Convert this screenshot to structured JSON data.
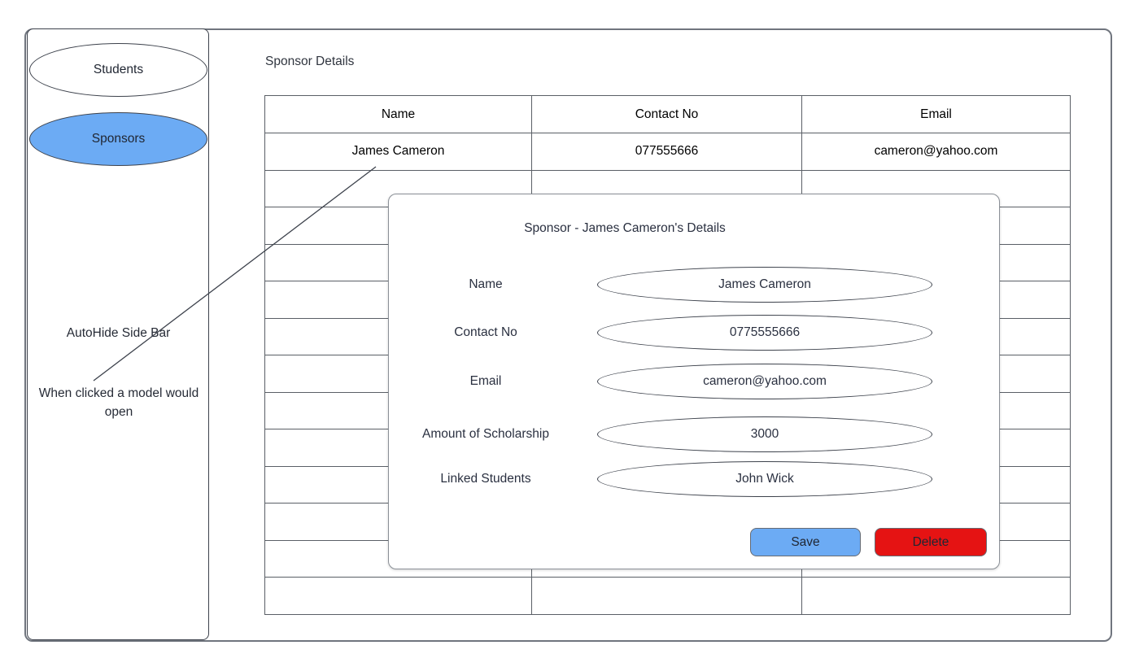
{
  "colors": {
    "accent_blue": "#6cabf4",
    "danger_red": "#e51313"
  },
  "sidebar": {
    "items": [
      {
        "label": "Students",
        "active": false
      },
      {
        "label": "Sponsors",
        "active": true
      }
    ],
    "autohide_note": "AutoHide Side Bar",
    "click_note": "When clicked a model would open"
  },
  "main": {
    "title": "Sponsor Details",
    "table": {
      "columns": [
        "Name",
        "Contact No",
        "Email"
      ],
      "rows": [
        [
          "James Cameron",
          "077555666",
          "cameron@yahoo.com"
        ]
      ],
      "empty_row_count": 12
    }
  },
  "modal": {
    "title": "Sponsor - James Cameron's Details",
    "fields": [
      {
        "label": "Name",
        "value": "James Cameron"
      },
      {
        "label": "Contact No",
        "value": "0775555666"
      },
      {
        "label": "Email",
        "value": "cameron@yahoo.com"
      },
      {
        "label": "Amount of Scholarship",
        "value": "3000"
      },
      {
        "label": "Linked Students",
        "value": "John Wick"
      }
    ],
    "buttons": [
      {
        "label": "Save"
      },
      {
        "label": "Delete"
      }
    ]
  }
}
